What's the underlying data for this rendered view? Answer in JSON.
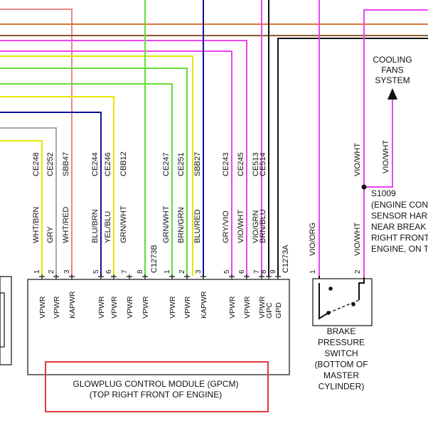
{
  "wire_colors": {
    "orange": "#d9773a",
    "brown": "#8a5a2b",
    "violet": "#ee44ee",
    "yellow": "#e6e600",
    "green": "#66dd33",
    "blue": "#10109a",
    "gray": "#aaaaaa",
    "red_white": "#e88888",
    "black": "#111111",
    "highlight": "#e03a3a"
  },
  "gpcm": {
    "name_line1": "GLOWPLUG CONTROL MODULE (GPCM)",
    "name_line2": "(TOP RIGHT FRONT OF ENGINE)",
    "pins": [
      {
        "pin": "1",
        "function": "VPWR",
        "circuit": "CE248",
        "color": "WHT/BRN"
      },
      {
        "pin": "2",
        "function": "VPWR",
        "circuit": "CE252",
        "color": "GRY"
      },
      {
        "pin": "3",
        "function": "KAPWR",
        "circuit": "SBB47",
        "color": "WHT/RED"
      },
      {
        "pin": "5",
        "function": "VPWR",
        "circuit": "CE244",
        "color": "BLU/BRN"
      },
      {
        "pin": "6",
        "function": "VPWR",
        "circuit": "CE246",
        "color": "YEL/BLU"
      },
      {
        "pin": "7",
        "function": "VPWR",
        "circuit": "CBB12",
        "color": "GRN/WHT"
      },
      {
        "pin": "8",
        "function": "VPWR",
        "circuit": "",
        "color": ""
      },
      {
        "pin": "1",
        "function": "VPWR",
        "circuit": "CE247",
        "color": "GRN/WHT"
      },
      {
        "pin": "2",
        "function": "VPWR",
        "circuit": "CE251",
        "color": "BRN/GRN"
      },
      {
        "pin": "3",
        "function": "KAPWR",
        "circuit": "SBB27",
        "color": "BLU/RED"
      },
      {
        "pin": "5",
        "function": "VPWR",
        "circuit": "CE243",
        "color": "GRY/VIO"
      },
      {
        "pin": "6",
        "function": "VPWR",
        "circuit": "CE245",
        "color": "VIO/WHT"
      },
      {
        "pin": "7",
        "function": "VPWR",
        "circuit": "CE513",
        "color": "VIO/GRN"
      },
      {
        "pin": "8",
        "function": "GPC",
        "circuit": "CE514",
        "color": "BRN/BLU"
      },
      {
        "pin": "9",
        "function": "GPD",
        "circuit": "",
        "color": ""
      }
    ],
    "connector_a": "C1273B",
    "connector_b": "C1273A"
  },
  "brake_switch": {
    "label_lines": [
      "BRAKE",
      "PRESSURE",
      "SWITCH",
      "(BOTTOM OF",
      "MASTER",
      "CYLINDER)"
    ],
    "pin1": "1",
    "pin2": "2",
    "wire1_color": "VIO/ORG",
    "wire2_color": "VIO/WHT"
  },
  "splice": {
    "id": "S1009",
    "description_lines": [
      "(ENGINE CONT",
      "SENSOR HAR",
      "NEAR BREAK",
      "RIGHT FRONT",
      "ENGINE, ON T"
    ],
    "upper_wire_color": "VIO/WHT",
    "arrow_wire_color": "VIO/WHT"
  },
  "cooling_fans": {
    "lines": [
      "COOLING",
      "FANS",
      "SYSTEM"
    ]
  }
}
